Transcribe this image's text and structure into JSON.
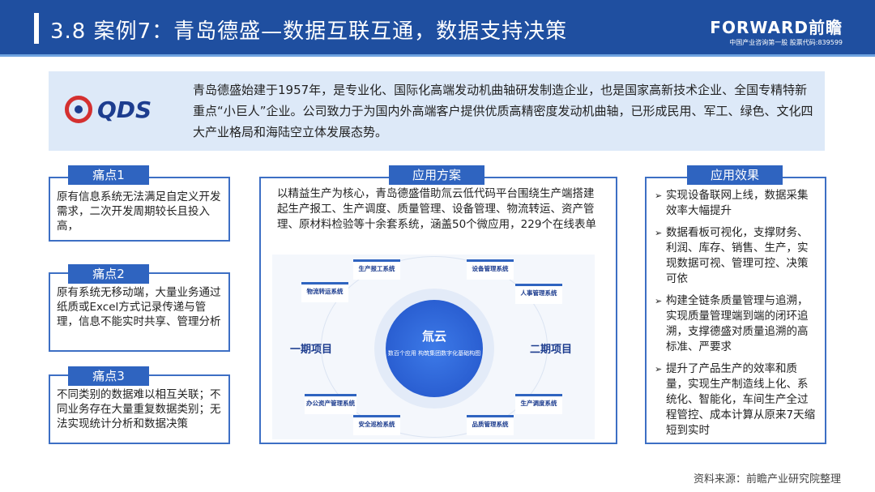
{
  "header": {
    "title": "3.8 案例7：青岛德盛—数据互联互通，数据支持决策",
    "logo": "FORWARD前瞻",
    "logo_sub": "中国产业咨询第一股 股票代码:839599"
  },
  "intro": {
    "logo_text": "QDS",
    "text": "青岛德盛始建于1957年，是专业化、国际化高端发动机曲轴研发制造企业，也是国家高新技术企业、全国专精特新重点“小巨人”企业。公司致力于为国内外高端客户提供优质高精密度发动机曲轴，已形成民用、军工、绿色、文化四大产业格局和海陆空立体发展态势。"
  },
  "pains": [
    {
      "label": "痛点1",
      "text": "原有信息系统无法满足自定义开发需求，二次开发周期较长且投入高，"
    },
    {
      "label": "痛点2",
      "text": "原有系统无移动端，大量业务通过纸质或Excel方式记录传递与管理，信息不能实时共享、管理分析"
    },
    {
      "label": "痛点3",
      "text": "不同类别的数据难以相互关联；不同业务存在大量重复数据类别；无法实现统计分析和数据决策"
    }
  ],
  "solution": {
    "label": "应用方案",
    "text": "以精益生产为核心，青岛德盛借助氚云低代码平台围绕生产端搭建起生产报工、生产调度、质量管理、设备管理、物流转运、资产管理、原材料检验等十余套系统，涵盖50个微应用，229个在线表单",
    "diagram": {
      "center_name": "氚云",
      "center_desc": "数百个应用 构筑集团数字化基础构图",
      "phase1": "一期项目",
      "phase2": "二期项目",
      "systems": [
        "生产报工系统",
        "设备管理系统",
        "物流转运系统",
        "人事管理系统",
        "办公资产管理系统",
        "生产调度系统",
        "安全巡检系统",
        "品质管理系统"
      ]
    }
  },
  "effects": {
    "label": "应用效果",
    "items": [
      "实现设备联网上线，数据采集效率大幅提升",
      "数据看板可视化，支撑财务、利润、库存、销售、生产，实现数据可视、管理可控、决策可依",
      "构建全链条质量管理与追溯，实现质量管理端到端的闭环追溯，支撑德盛对质量追溯的高标准、严要求",
      "提升了产品生产的效率和质量，实现生产制造线上化、系统化、智能化，车间生产全过程管控、成本计算从原来7天缩短到实时"
    ]
  },
  "source": "资料来源：前瞻产业研究院整理"
}
